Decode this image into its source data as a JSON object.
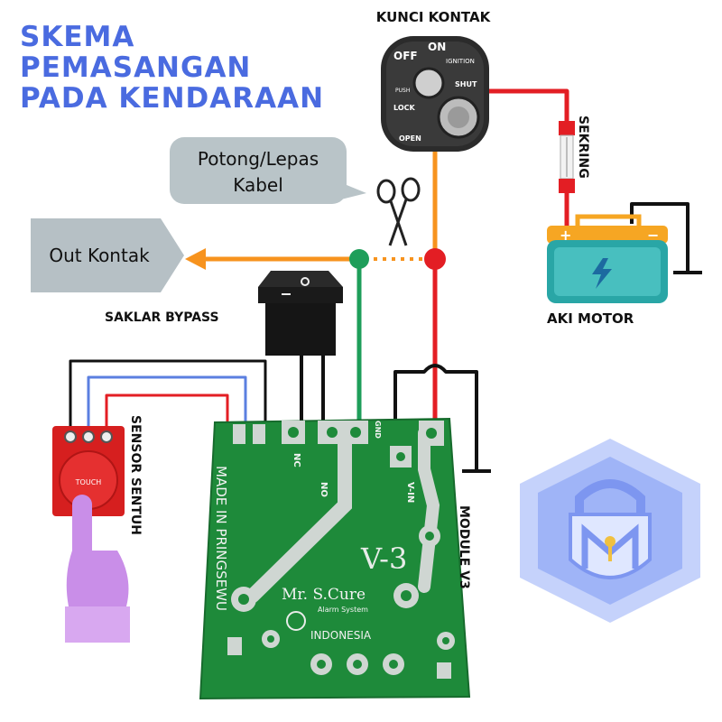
{
  "title": {
    "line1": "SKEMA",
    "line2": "PEMASANGAN",
    "line3": "PADA KENDARAAN"
  },
  "ignition": {
    "label": "KUNCI KONTAK",
    "off": "OFF",
    "on": "ON",
    "ignition": "IGNITION",
    "push": "PUSH",
    "shut": "SHUT",
    "lock": "LOCK",
    "open": "OPEN"
  },
  "fuse_label": "SEKRING",
  "battery_label": "AKI MOTOR",
  "cut_note": {
    "line1": "Potong/Lepas",
    "line2": "Kabel"
  },
  "out_label": "Out Kontak",
  "bypass_label": "SAKLAR BYPASS",
  "sensor_label": "SENSOR SENTUH",
  "sensor_text": "TOUCH",
  "module_label": "MODULE V3",
  "board": {
    "nc": "NC",
    "no": "NO",
    "gnd": "GND",
    "vin": "V-IN",
    "made_in": "MADE IN PRINGSEWU",
    "version": "V-3",
    "brand": "Mr. S.Cure",
    "brand_sub": "Alarm System",
    "country": "INDONESIA"
  },
  "colors": {
    "title": "#4a6be0",
    "wire_red": "#e31e24",
    "wire_orange": "#f7931e",
    "wire_green": "#1e9e5a",
    "wire_blue": "#5b7fe0",
    "pcb": "#1e8a3a",
    "battery": "#29a6a6",
    "battery_top": "#f6a623",
    "bubble": "#b9c4c8",
    "logo": "#7d96f0",
    "finger": "#c98ee8"
  },
  "icons": [
    "scissors-icon",
    "battery-icon",
    "lock-shield-logo",
    "finger-icon",
    "rocker-switch-icon"
  ]
}
